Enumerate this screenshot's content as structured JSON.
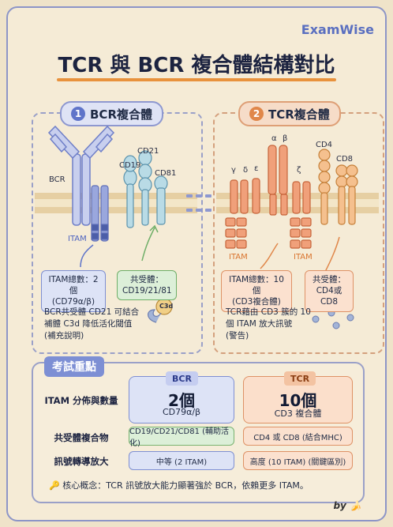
{
  "brand": "ExamWise",
  "title": "TCR 與 BCR 複合體結構對比",
  "bcr_panel": {
    "number": "1",
    "heading": "BCR複合體",
    "labels": {
      "bcr": "BCR",
      "itam": "ITAM",
      "cd21": "CD21",
      "cd19": "CD19",
      "cd81": "CD81",
      "c3d": "C3d"
    },
    "itam_box": [
      "ITAM總數：2個",
      "(CD79α/β)"
    ],
    "coreceptor_box": [
      "共受體：",
      "CD19/21/81"
    ],
    "note": [
      "BCR共受體 CD21 可結合",
      "補體 C3d 降低活化閾值",
      "(補充說明)"
    ]
  },
  "tcr_panel": {
    "number": "2",
    "heading": "TCR複合體",
    "labels": {
      "alpha": "α",
      "beta": "β",
      "gamma": "γ",
      "delta": "δ",
      "epsilon": "ε",
      "zeta": "ζ",
      "cd4": "CD4",
      "cd8": "CD8",
      "itam1": "ITAM",
      "itam2": "ITAM"
    },
    "itam_box": [
      "ITAM總數：10個",
      "(CD3複合體)"
    ],
    "coreceptor_box": [
      "共受體：",
      "CD4或CD8"
    ],
    "note": [
      "TCR藉由 CD3 簇的 10",
      "個 ITAM 放大訊號",
      "(警告)"
    ]
  },
  "exam": {
    "heading": "考試重點",
    "col_bcr": "BCR",
    "col_tcr": "TCR",
    "rows": [
      {
        "label": "ITAM 分佈與數量",
        "bcr_big": "2個",
        "bcr_sub": "CD79α/β",
        "tcr_big": "10個",
        "tcr_sub": "CD3 複合體"
      },
      {
        "label": "共受體複合物",
        "bcr": "CD19/CD21/CD81 (輔助活化)",
        "tcr": "CD4 或 CD8 (結合MHC)"
      },
      {
        "label": "訊號轉導放大",
        "bcr": "中等 (2 ITAM)",
        "tcr": "高度 (10 ITAM) (關鍵區別)"
      }
    ],
    "key_concept": "核心概念：TCR 訊號放大能力顯著強於 BCR，依賴更多 ITAM。"
  },
  "footer": "by",
  "colors": {
    "bcr": "#8e98d0",
    "tcr": "#e0874a",
    "green": "#6eae67",
    "membrane": "#d8b98a"
  }
}
